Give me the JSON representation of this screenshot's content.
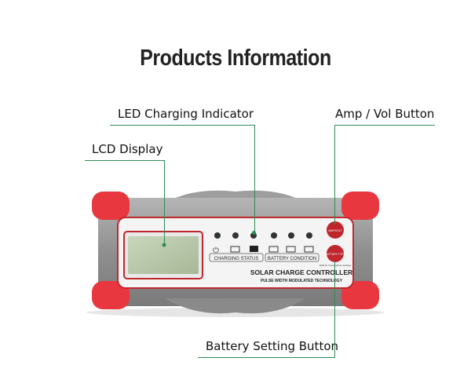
{
  "title": "Products Information",
  "callouts": {
    "led": "LED Charging Indicator",
    "amp": "Amp / Vol Button",
    "lcd": "LCD Display",
    "battery": "Battery Setting Button"
  },
  "device": {
    "panel_title": "SOLAR CHARGE CONTROLLER",
    "panel_subtitle": "PULSE WIDTH MODULATED TECHNOLOGY",
    "charging_status": "CHARGING STATUS",
    "battery_condition": "BATTERY CONDITION",
    "amp_button": "AMP/VOLT",
    "battery_button": "BATTERY TYPE",
    "hold_note": "Hold for 3 seconds for settings"
  },
  "colors": {
    "accent_line": "#2e8b57",
    "bumper_red": "#e8373f",
    "body_gray": "#9a9a9a",
    "panel_border": "#c0272d",
    "lcd_green": "#b8c9a8"
  }
}
